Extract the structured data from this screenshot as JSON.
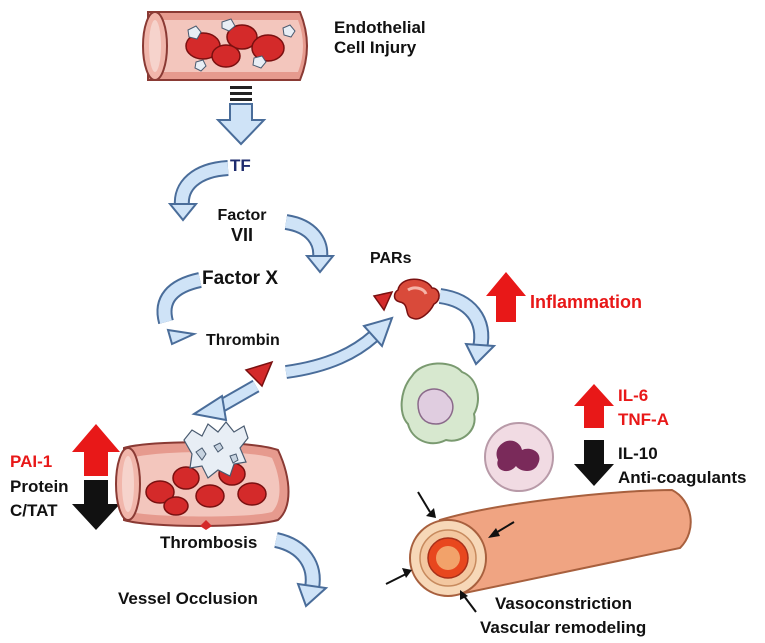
{
  "colors": {
    "red_label": "#e81818",
    "tf_label": "#1e2b6e",
    "flow_arrow_fill": "#cfe3f7",
    "flow_arrow_stroke": "#4a6d9a",
    "up_arrow": "#e81818",
    "down_arrow": "#111111",
    "vessel_outer": "#e69a8e",
    "vessel_inner": "#f3c6bd",
    "rbc": "#d42a2a",
    "platelet": "#e8eef5"
  },
  "labels": {
    "injury_line1": "Endothelial",
    "injury_line2": "Cell Injury",
    "tf": "TF",
    "factor_vii_line1": "Factor",
    "factor_vii_line2": "VII",
    "factor_x": "Factor X",
    "thrombin": "Thrombin",
    "pars": "PARs",
    "inflammation": "Inflammation",
    "il6": "IL-6",
    "tnfa": "TNF-A",
    "il10": "IL-10",
    "anticoagulants": "Anti-coagulants",
    "pai1": "PAI-1",
    "protein": "Protein",
    "ctat": "C/TAT",
    "thrombosis": "Thrombosis",
    "vessel_occlusion": "Vessel Occlusion",
    "vasoconstriction": "Vasoconstriction",
    "vascular_remodeling": "Vascular remodeling"
  },
  "icons": {
    "up": "up-arrow-icon",
    "down": "down-arrow-icon",
    "curved": "curved-arrow-icon",
    "thrombin": "triangle-icon",
    "receptor": "receptor-icon",
    "cell": "cell-icon"
  }
}
